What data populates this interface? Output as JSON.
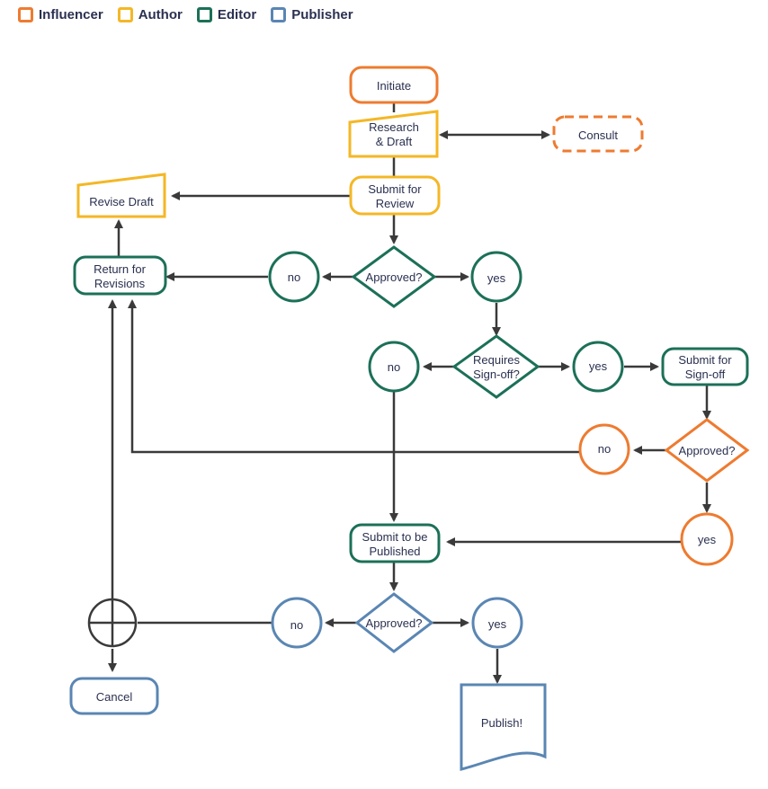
{
  "legend": [
    {
      "label": "Influencer",
      "color": "#ee7b30"
    },
    {
      "label": "Author",
      "color": "#f4b726"
    },
    {
      "label": "Editor",
      "color": "#1c7058"
    },
    {
      "label": "Publisher",
      "color": "#5a86b3"
    }
  ],
  "colors": {
    "influencer": "#ee7b30",
    "author": "#f4b726",
    "editor": "#1c7058",
    "publisher": "#5a86b3",
    "arrow": "#3a3a3a",
    "text": "#2a3050"
  },
  "nodes": {
    "initiate": {
      "lines": [
        "Initiate"
      ],
      "role": "influencer"
    },
    "research": {
      "lines": [
        "Research",
        "& Draft"
      ],
      "role": "author"
    },
    "consult": {
      "lines": [
        "Consult"
      ],
      "role": "influencer"
    },
    "submit_review": {
      "lines": [
        "Submit for",
        "Review"
      ],
      "role": "author"
    },
    "revise": {
      "lines": [
        "Revise Draft"
      ],
      "role": "author"
    },
    "return_revisions": {
      "lines": [
        "Return for",
        "Revisions"
      ],
      "role": "editor"
    },
    "no1": {
      "lines": [
        "no"
      ],
      "role": "editor"
    },
    "approved1": {
      "lines": [
        "Approved?"
      ],
      "role": "editor"
    },
    "yes1": {
      "lines": [
        "yes"
      ],
      "role": "editor"
    },
    "no2": {
      "lines": [
        "no"
      ],
      "role": "editor"
    },
    "requires": {
      "lines": [
        "Requires",
        "Sign-off?"
      ],
      "role": "editor"
    },
    "yes2": {
      "lines": [
        "yes"
      ],
      "role": "editor"
    },
    "submit_signoff": {
      "lines": [
        "Submit for",
        "Sign-off"
      ],
      "role": "editor"
    },
    "no3": {
      "lines": [
        "no"
      ],
      "role": "influencer"
    },
    "approved2": {
      "lines": [
        "Approved?"
      ],
      "role": "influencer"
    },
    "yes3": {
      "lines": [
        "yes"
      ],
      "role": "influencer"
    },
    "submit_publish": {
      "lines": [
        "Submit to be",
        "Published"
      ],
      "role": "editor"
    },
    "no4": {
      "lines": [
        "no"
      ],
      "role": "publisher"
    },
    "approved3": {
      "lines": [
        "Approved?"
      ],
      "role": "publisher"
    },
    "yes4": {
      "lines": [
        "yes"
      ],
      "role": "publisher"
    },
    "cancel": {
      "lines": [
        "Cancel"
      ],
      "role": "publisher"
    },
    "publish": {
      "lines": [
        "Publish!"
      ],
      "role": "publisher"
    }
  }
}
